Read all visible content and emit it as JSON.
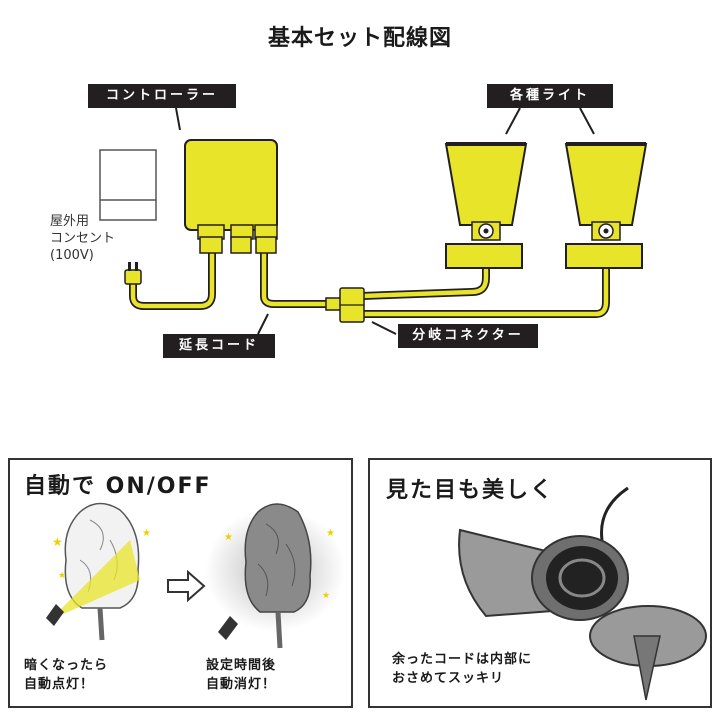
{
  "title": "基本セット配線図",
  "labels": {
    "controller": "コントローラー",
    "lights": "各種ライト",
    "outlet": [
      "屋外用",
      "コンセント",
      "(100V)"
    ],
    "extension": "延長コード",
    "splitter": "分岐コネクター"
  },
  "panel_left": {
    "title": "自動で ON/OFF",
    "caption_dark": [
      "暗くなったら",
      "自動点灯！"
    ],
    "caption_timer": [
      "設定時間後",
      "自動消灯！"
    ]
  },
  "panel_right": {
    "title": "見た目も美しく",
    "caption": [
      "余ったコードは内部に",
      "おさめてスッキリ"
    ]
  },
  "colors": {
    "yellow": "#e8e42a",
    "outline": "#231f20",
    "tag_bg": "#231f20",
    "metal": "#9a9a9a"
  }
}
